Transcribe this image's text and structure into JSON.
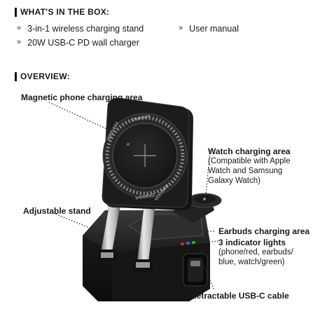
{
  "box": {
    "title": "WHAT'S IN THE BOX:",
    "bullet": "»",
    "items": [
      "3-in-1 wireless charging stand",
      "User manual",
      "20W USB-C PD wall charger"
    ]
  },
  "overview": {
    "title": "OVERVIEW:",
    "labels": {
      "phone_area": "Magnetic phone charging area",
      "watch_area": "Watch charging area",
      "watch_compat": [
        "(Compatible with Apple",
        "Watch and Samsung",
        "Galaxy Watch)"
      ],
      "stand": "Adjustable stand",
      "earbuds_area": "Earbuds charging area",
      "indicator_lights": "3 indicator lights",
      "indicator_detail": [
        "(phone/red, earbuds/",
        "blue, watch/green)"
      ],
      "usb_cable": "Retractable USB-C cable"
    }
  },
  "pad_ring_text": [
    "WIRELESS",
    "CHARGER",
    "WIRELESS",
    "CHARGER"
  ],
  "colors": {
    "led_red": "#e02020",
    "led_blue": "#1e6fe0",
    "led_green": "#20b040"
  }
}
